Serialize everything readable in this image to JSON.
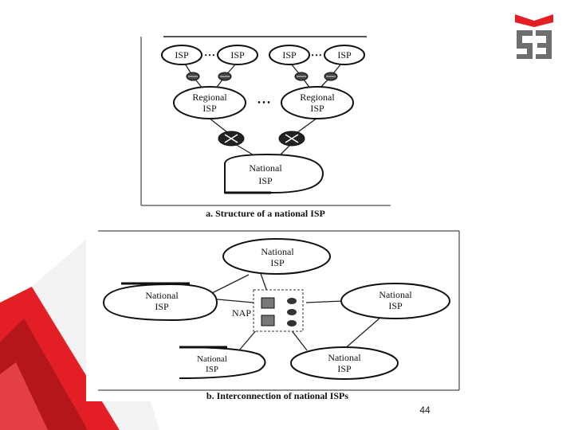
{
  "slide": {
    "page_number": "44",
    "brand_colors": {
      "red": "#e31e24",
      "dark_red": "#b4161b",
      "logo_gray": "#6e6e6e"
    }
  },
  "diagram_a": {
    "caption": "a. Structure of a national ISP",
    "isp_label": "ISP",
    "ellipsis": "• • •",
    "regional_line1": "Regional",
    "regional_line2": "ISP",
    "national_line1": "National",
    "national_line2": "ISP"
  },
  "diagram_b": {
    "caption": "b. Interconnection of national ISPs",
    "nap_label": "NAP",
    "node_top": {
      "line1": "National",
      "line2": "ISP"
    },
    "node_left": {
      "line1": "National",
      "line2": "ISP"
    },
    "node_right": {
      "line1": "National",
      "line2": "ISP"
    },
    "node_bottom_left": {
      "line1": "National",
      "line2": "ISP"
    },
    "node_bottom_right": {
      "line1": "National",
      "line2": "ISP"
    }
  }
}
